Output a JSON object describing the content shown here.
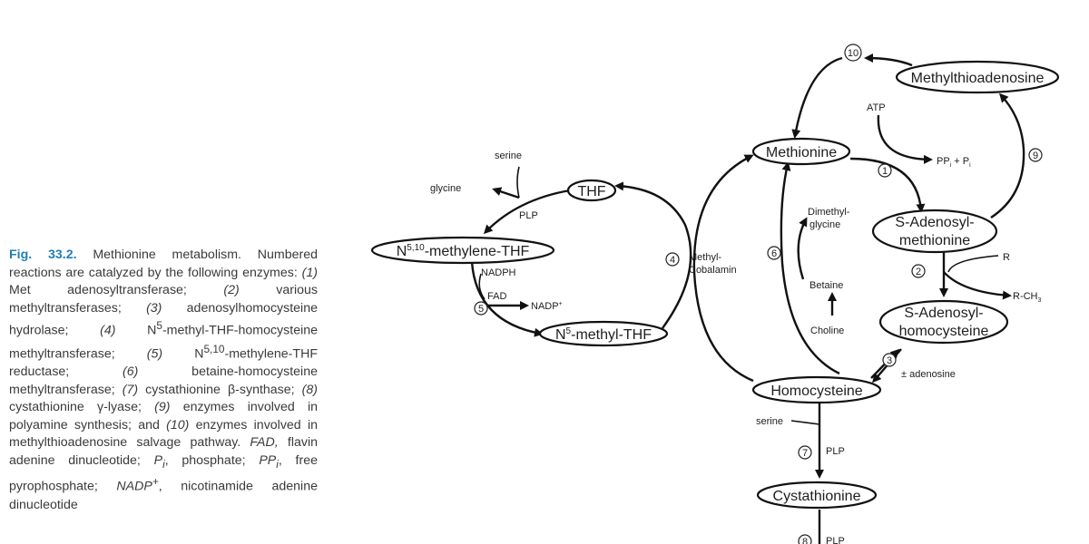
{
  "caption": {
    "fig_label": "Fig. 33.2.",
    "title": " Methionine metabolism. Numbered reactions are catalyzed by the following enzymes: ",
    "e1n": "(1)",
    "e1": " Met adenosyltransferase; ",
    "e2n": "(2)",
    "e2": " various methyltransferases; ",
    "e3n": "(3)",
    "e3": " adenosylhomocysteine hydrolase; ",
    "e4n": "(4)",
    "e4a": " N",
    "e4sup": "5",
    "e4b": "-methyl-THF-homocysteine methyltransferase; ",
    "e5n": "(5)",
    "e5a": " N",
    "e5sup": "5,10",
    "e5b": "-methylene-THF reductase; ",
    "e6n": "(6)",
    "e6": " betaine-homocysteine methyltransferase; ",
    "e7n": "(7)",
    "e7": " cystathionine β-synthase; ",
    "e8n": "(8)",
    "e8": " cystathionine γ-lyase; ",
    "e9n": "(9)",
    "e9": " enzymes involved in polyamine synthesis; and ",
    "e10n": "(10)",
    "e10": " enzymes involved in methylthioadenosine salvage pathway. ",
    "fad": "FAD,",
    "fad_def": " flavin adenine dinucleotide; ",
    "pi": "P",
    "pi_sub": "i",
    "pi_def": ", phosphate; ",
    "ppi": "PP",
    "ppi_sub": "i",
    "ppi_def": ", free pyrophosphate; ",
    "nadp": "NADP",
    "nadp_sup": "+",
    "nadp_def": ", nicotinamide adenine dinucleotide"
  },
  "diagram": {
    "nodes": {
      "methylthioadenosine": "Methylthioadenosine",
      "methionine": "Methionine",
      "thf": "THF",
      "methylene_thf_pre": "N",
      "methylene_thf_sup": "5,10",
      "methylene_thf_post": "-methylene-THF",
      "methyl_thf_pre": "N",
      "methyl_thf_sup": "5",
      "methyl_thf_post": "-methyl-THF",
      "sam_line1": "S-Adenosyl-",
      "sam_line2": "methionine",
      "sah_line1": "S-Adenosyl-",
      "sah_line2": "homocysteine",
      "homocysteine": "Homocysteine",
      "cystathionine": "Cystathionine"
    },
    "labels": {
      "atp": "ATP",
      "pp": "PP",
      "pp_sub": "i",
      "plus_p": " + P",
      "p_sub": "i",
      "serine_top": "serine",
      "glycine": "glycine",
      "plp_thf": "PLP",
      "nadph": "NADPH",
      "fad": "FAD",
      "nadp": "NADP",
      "nadp_sup": "+",
      "methyl_line1": "Methyl-",
      "methyl_line2": "Cobalamin",
      "dimethyl_line1": "Dimethyl-",
      "dimethyl_line2": "glycine",
      "betaine": "Betaine",
      "choline": "Choline",
      "r": "R",
      "rch": "R-CH",
      "rch_sub": "3",
      "adenosine": "± adenosine",
      "serine_bottom": "serine",
      "plp_7": "PLP",
      "plp_8": "PLP"
    },
    "enzymes": [
      "1",
      "2",
      "3",
      "4",
      "5",
      "6",
      "7",
      "8",
      "9",
      "10"
    ]
  }
}
